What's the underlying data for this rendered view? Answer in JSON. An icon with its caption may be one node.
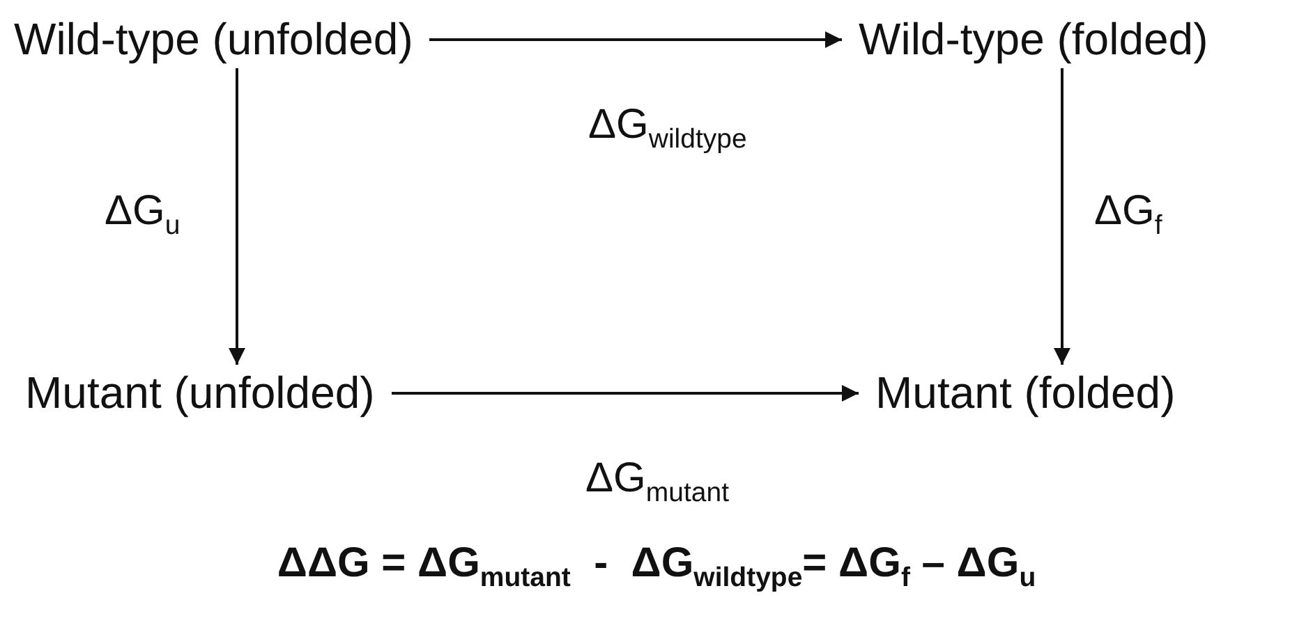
{
  "diagram": {
    "nodes": [
      {
        "text": [
          "Wild-type (unfolded)"
        ]
      },
      {
        "text": [
          "Wild-type (folded)"
        ]
      },
      {
        "text": [
          "Mutant (unfolded)"
        ]
      },
      {
        "text": [
          "Mutant (folded)"
        ]
      }
    ],
    "edges": [
      {
        "from": 0,
        "to": 1,
        "arrow": "to",
        "label": "ΔG$_{wildtype}$"
      },
      {
        "from": 0,
        "to": 2,
        "arrow": "to",
        "label": "ΔG$_{u}$"
      },
      {
        "from": 1,
        "to": 3,
        "arrow": "to",
        "label": "ΔG$_{f}$"
      },
      {
        "from": 2,
        "to": 3,
        "arrow": "to",
        "label": "ΔG$_{mutant}$"
      }
    ],
    "labels": [
      "ΔΔG = ΔG$_{mutant}$  -  ΔG$_{wildtype}$= ΔG$_{f}$ – ΔG$_{u}$"
    ]
  }
}
